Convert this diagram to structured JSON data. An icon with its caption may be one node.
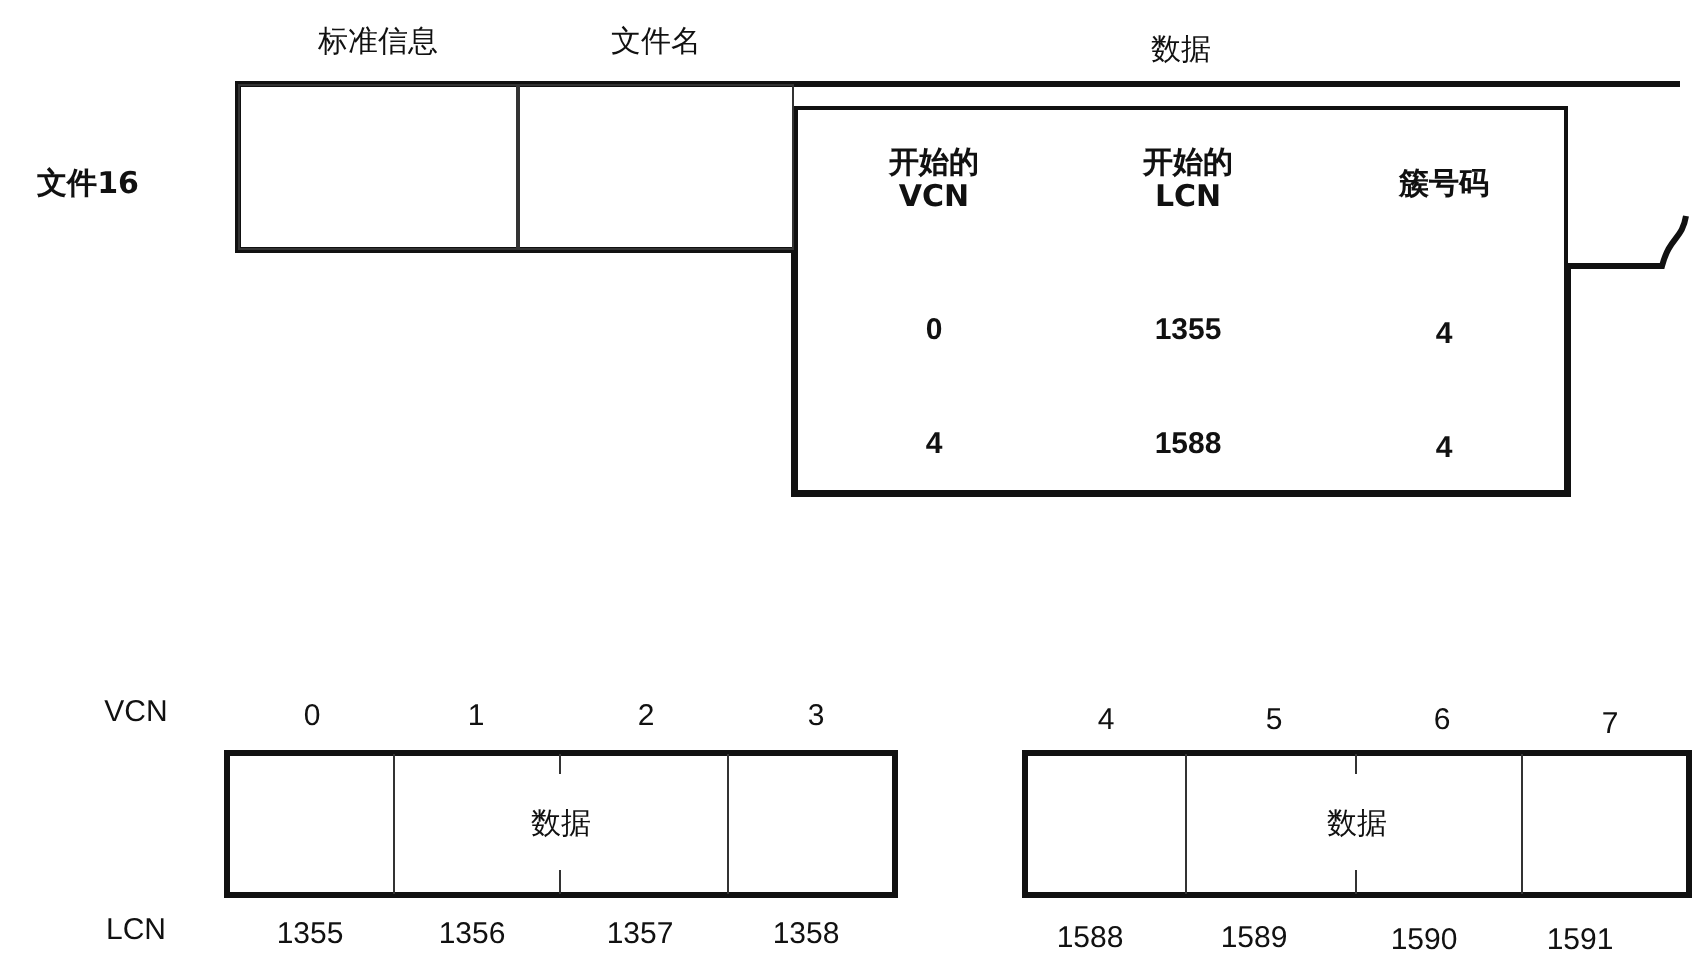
{
  "diagram": {
    "nodes": [
      {
        "text": [],
        "shape": "box",
        "beside": [
          "文件16"
        ]
      },
      {
        "text": [
          "标准信息"
        ],
        "in": 0
      },
      {
        "text": [
          "文件名"
        ],
        "in": 0
      },
      {
        "text": [
          "数据"
        ],
        "in": 0
      },
      {
        "text": [
          "数据"
        ]
      },
      {
        "text": [
          "数据"
        ]
      }
    ],
    "labels": [
      "开始的 VCN",
      "开始的 LCN",
      "簇号码",
      "0",
      "1355",
      "4",
      "4",
      "1588",
      "4",
      "VCN",
      "0",
      "1",
      "2",
      "3",
      "4",
      "5",
      "6",
      "7",
      "LCN",
      "1355",
      "1356",
      "1357",
      "1358",
      "1588",
      "1589",
      "1590",
      "1591"
    ]
  }
}
